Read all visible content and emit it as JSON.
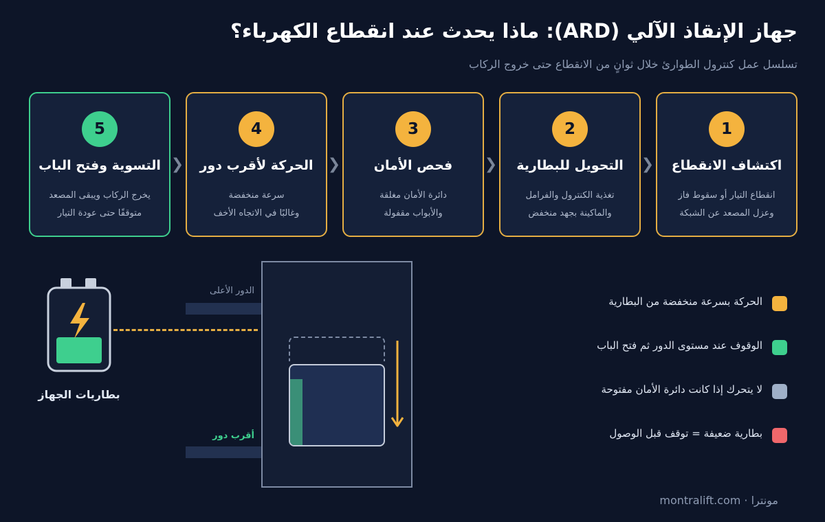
{
  "header": {
    "title": "جهاز الإنقاذ الآلي (ARD): ماذا يحدث عند انقطاع الكهرباء؟",
    "subtitle": "تسلسل عمل كنترول الطوارئ خلال ثوانٍ من الانقطاع حتى خروج الركاب"
  },
  "steps": [
    {
      "number": "1",
      "title": "اكتشاف الانقطاع",
      "desc_line1": "انقطاع التيار أو سقوط فاز",
      "desc_line2": "وعزل المصعد عن الشبكة"
    },
    {
      "number": "2",
      "title": "التحويل للبطارية",
      "desc_line1": "تغذية الكنترول والفرامل",
      "desc_line2": "والماكينة بجهد منخفض"
    },
    {
      "number": "3",
      "title": "فحص الأمان",
      "desc_line1": "دائرة الأمان مغلقة",
      "desc_line2": "والأبواب مقفولة"
    },
    {
      "number": "4",
      "title": "الحركة لأقرب دور",
      "desc_line1": "سرعة منخفضة",
      "desc_line2": "وغالبًا في الاتجاه الأخف"
    },
    {
      "number": "5",
      "title": "التسوية وفتح الباب",
      "desc_line1": "يخرج الركاب ويبقى المصعد",
      "desc_line2": "متوقفًا حتى عودة التيار"
    }
  ],
  "diagram": {
    "battery_label": "بطاريات الجهاز",
    "top_floor_label": "الدور الأعلى",
    "nearest_floor_label": "أقرب دور"
  },
  "legend": [
    {
      "text": "الحركة بسرعة منخفضة من البطارية",
      "color": "#f4b33e"
    },
    {
      "text": "الوقوف عند مستوى الدور ثم فتح الباب",
      "color": "#3ecf8e"
    },
    {
      "text": "لا يتحرك إذا كانت دائرة الأمان مفتوحة",
      "color": "#9fb0c8"
    },
    {
      "text": "بطارية ضعيفة = توقف قبل الوصول",
      "color": "#f0676b"
    }
  ],
  "footer": {
    "brand": "مونترا",
    "separator": "·",
    "domain": "montralift.com"
  },
  "colors": {
    "background": "#0d1528",
    "accent_amber": "#f4b33e",
    "accent_green": "#3ecf8e"
  },
  "icons": {
    "battery": "battery-icon",
    "bolt": "lightning-bolt-icon",
    "step_arrow": "arrow-left-icon",
    "down_arrow": "arrow-down-icon"
  }
}
